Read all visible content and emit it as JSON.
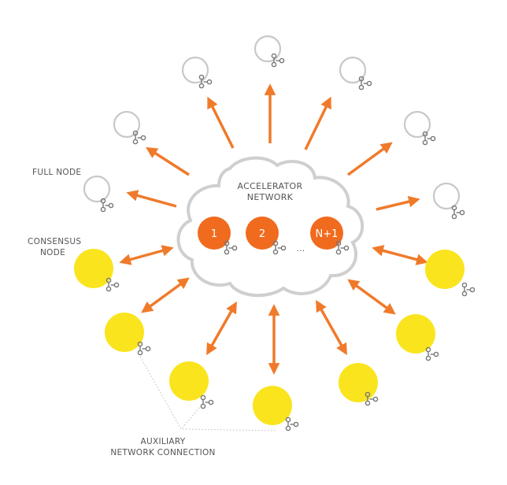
{
  "labels": {
    "full_node": "FULL NODE",
    "consensus_node_line1": "CONSENSUS",
    "consensus_node_line2": "NODE",
    "cloud_line1": "ACCELERATOR",
    "cloud_line2": "NETWORK",
    "aux_line1": "AUXILIARY",
    "aux_line2": "NETWORK CONNECTION",
    "ellipsis": "..."
  },
  "accelerator_nodes": [
    "1",
    "2",
    "N+1"
  ],
  "colors": {
    "arrow": "#f07a2a",
    "accelerator": "#f06b1e",
    "consensus": "#fae41e",
    "full_node_ring": "#c8c8c8",
    "cloud_outline": "#cfcfcf",
    "icon": "#777777"
  }
}
